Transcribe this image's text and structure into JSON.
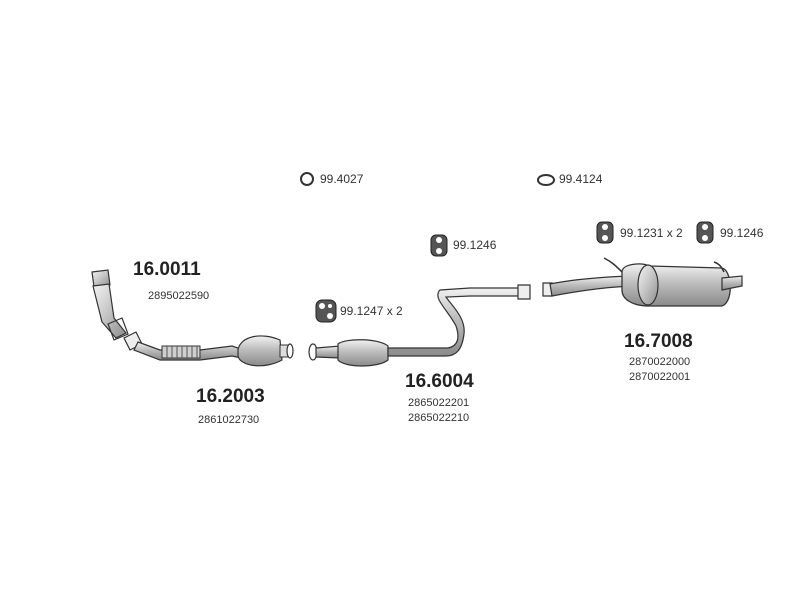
{
  "diagram": {
    "hardware": [
      {
        "code": "99.4027",
        "icon": "ring-gasket-icon"
      },
      {
        "code": "99.4124",
        "icon": "oval-gasket-icon"
      },
      {
        "code": "99.1246",
        "icon": "rubber-hanger-icon"
      },
      {
        "code": "99.1231 x 2",
        "icon": "rubber-hanger-icon"
      },
      {
        "code": "99.1246",
        "icon": "rubber-hanger-icon"
      },
      {
        "code": "99.1247 x 2",
        "icon": "twin-hanger-icon"
      }
    ],
    "parts": [
      {
        "number": "16.0011",
        "oe_numbers": [
          "2895022590"
        ]
      },
      {
        "number": "16.2003",
        "oe_numbers": [
          "2861022730"
        ]
      },
      {
        "number": "16.6004",
        "oe_numbers": [
          "2865022201",
          "2865022210"
        ]
      },
      {
        "number": "16.7008",
        "oe_numbers": [
          "2870022000",
          "2870022001"
        ]
      }
    ]
  }
}
